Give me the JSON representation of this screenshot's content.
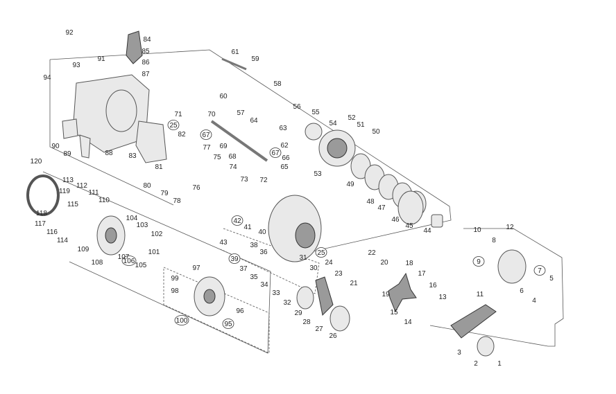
{
  "labels": [
    "1",
    "2",
    "3",
    "4",
    "5",
    "6",
    "7",
    "8",
    "9",
    "10",
    "11",
    "12",
    "13",
    "14",
    "15",
    "16",
    "17",
    "18",
    "19",
    "20",
    "21",
    "22",
    "23",
    "24",
    "25",
    "26",
    "27",
    "28",
    "29",
    "30",
    "31",
    "32",
    "33",
    "34",
    "35",
    "36",
    "37",
    "38",
    "39",
    "40",
    "41",
    "42",
    "43",
    "44",
    "45",
    "46",
    "47",
    "48",
    "49",
    "50",
    "51",
    "52",
    "53",
    "54",
    "55",
    "56",
    "57",
    "58",
    "59",
    "60",
    "61",
    "62",
    "63",
    "64",
    "65",
    "66",
    "67",
    "68",
    "69",
    "70",
    "71",
    "72",
    "73",
    "74",
    "75",
    "76",
    "77",
    "78",
    "79",
    "80",
    "81",
    "82",
    "83",
    "84",
    "85",
    "86",
    "87",
    "88",
    "89",
    "90",
    "91",
    "92",
    "93",
    "94",
    "95",
    "96",
    "97",
    "98",
    "99",
    "100",
    "101",
    "102",
    "103",
    "104",
    "105",
    "106",
    "107",
    "108",
    "109",
    "110",
    "111",
    "112",
    "113",
    "114",
    "115",
    "116",
    "117",
    "118",
    "119",
    "120"
  ],
  "circled_labels": [
    "9",
    "7",
    "25",
    "67",
    "39",
    "42",
    "106",
    "95",
    "100"
  ]
}
